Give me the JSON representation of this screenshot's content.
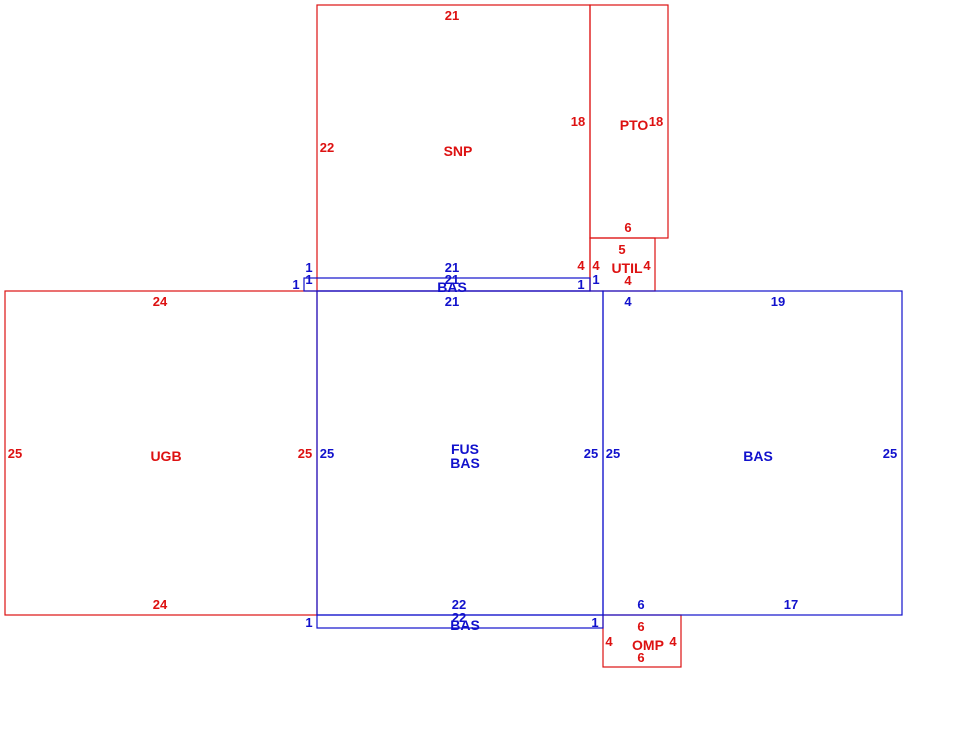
{
  "colors": {
    "red": "#dd1111",
    "blue": "#1111cc"
  },
  "areas": {
    "snp": "SNP",
    "pto": "PTO",
    "util": "UTIL",
    "bas_strip_top": "BAS",
    "ugb": "UGB",
    "fus": "FUS",
    "fus_bas": "BAS",
    "bas_right": "BAS",
    "bas_strip_bottom": "BAS",
    "omp": "OMP"
  },
  "dims": {
    "snp_top": "21",
    "snp_left": "22",
    "snp_right": "18",
    "snp_bottom": "21",
    "pto_right": "18",
    "pto_bottom": "6",
    "util_top": "5",
    "util_left": "4",
    "util_right": "4",
    "util_bottom": "4",
    "snp_util_side": "4",
    "bstrip_left_a": "1",
    "bstrip_left_b": "1",
    "bstrip_left_c": "1",
    "bstrip_top": "21",
    "bstrip_right_a": "1",
    "bstrip_right_b": "1",
    "fus_top": "21",
    "fus_left": "25",
    "fus_right": "25",
    "fus_bottom_a": "22",
    "fus_bottom_b": "22",
    "ugb_top": "24",
    "ugb_left": "25",
    "ugb_right": "25",
    "ugb_bottom": "24",
    "basr_top_a": "4",
    "basr_top_b": "19",
    "basr_left": "25",
    "basr_right": "25",
    "basr_bottom_a": "6",
    "basr_bottom_b": "17",
    "bstrip2_left": "1",
    "bstrip2_right": "1",
    "omp_top": "6",
    "omp_left": "4",
    "omp_right": "4",
    "omp_bottom": "6"
  }
}
